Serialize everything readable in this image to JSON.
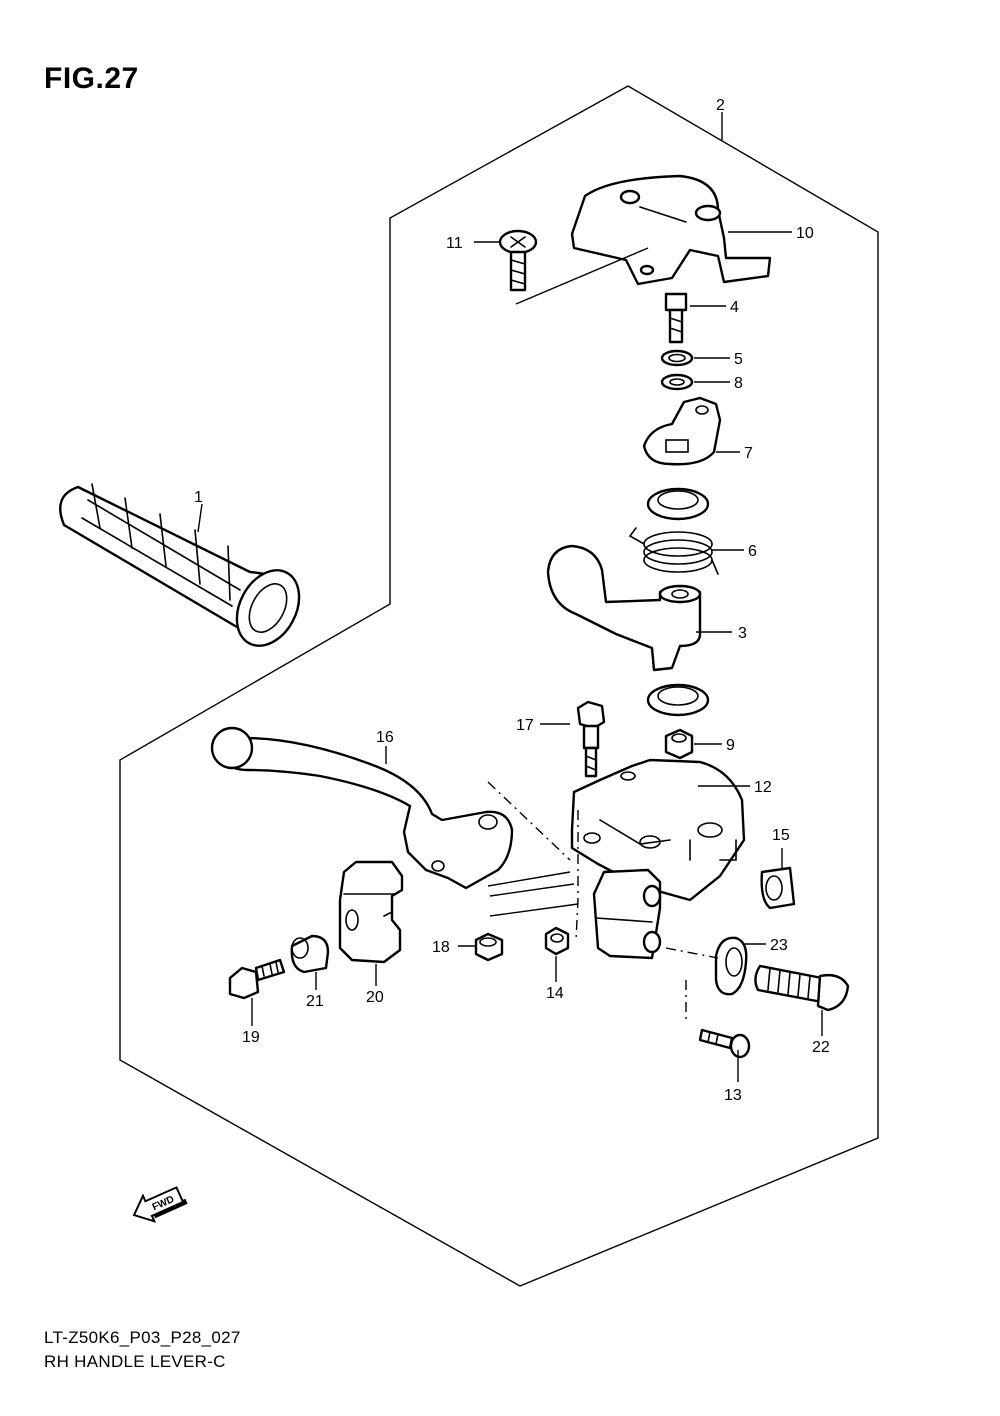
{
  "figure": {
    "title": "FIG.27",
    "model_code": "LT-Z50K6_P03_P28_027",
    "name": "RH HANDLE LEVER-C"
  },
  "direction_badge": "FWD",
  "callouts": [
    "1",
    "2",
    "3",
    "4",
    "5",
    "6",
    "7",
    "8",
    "9",
    "10",
    "11",
    "12",
    "13",
    "14",
    "15",
    "16",
    "17",
    "18",
    "19",
    "20",
    "21",
    "22",
    "23"
  ]
}
